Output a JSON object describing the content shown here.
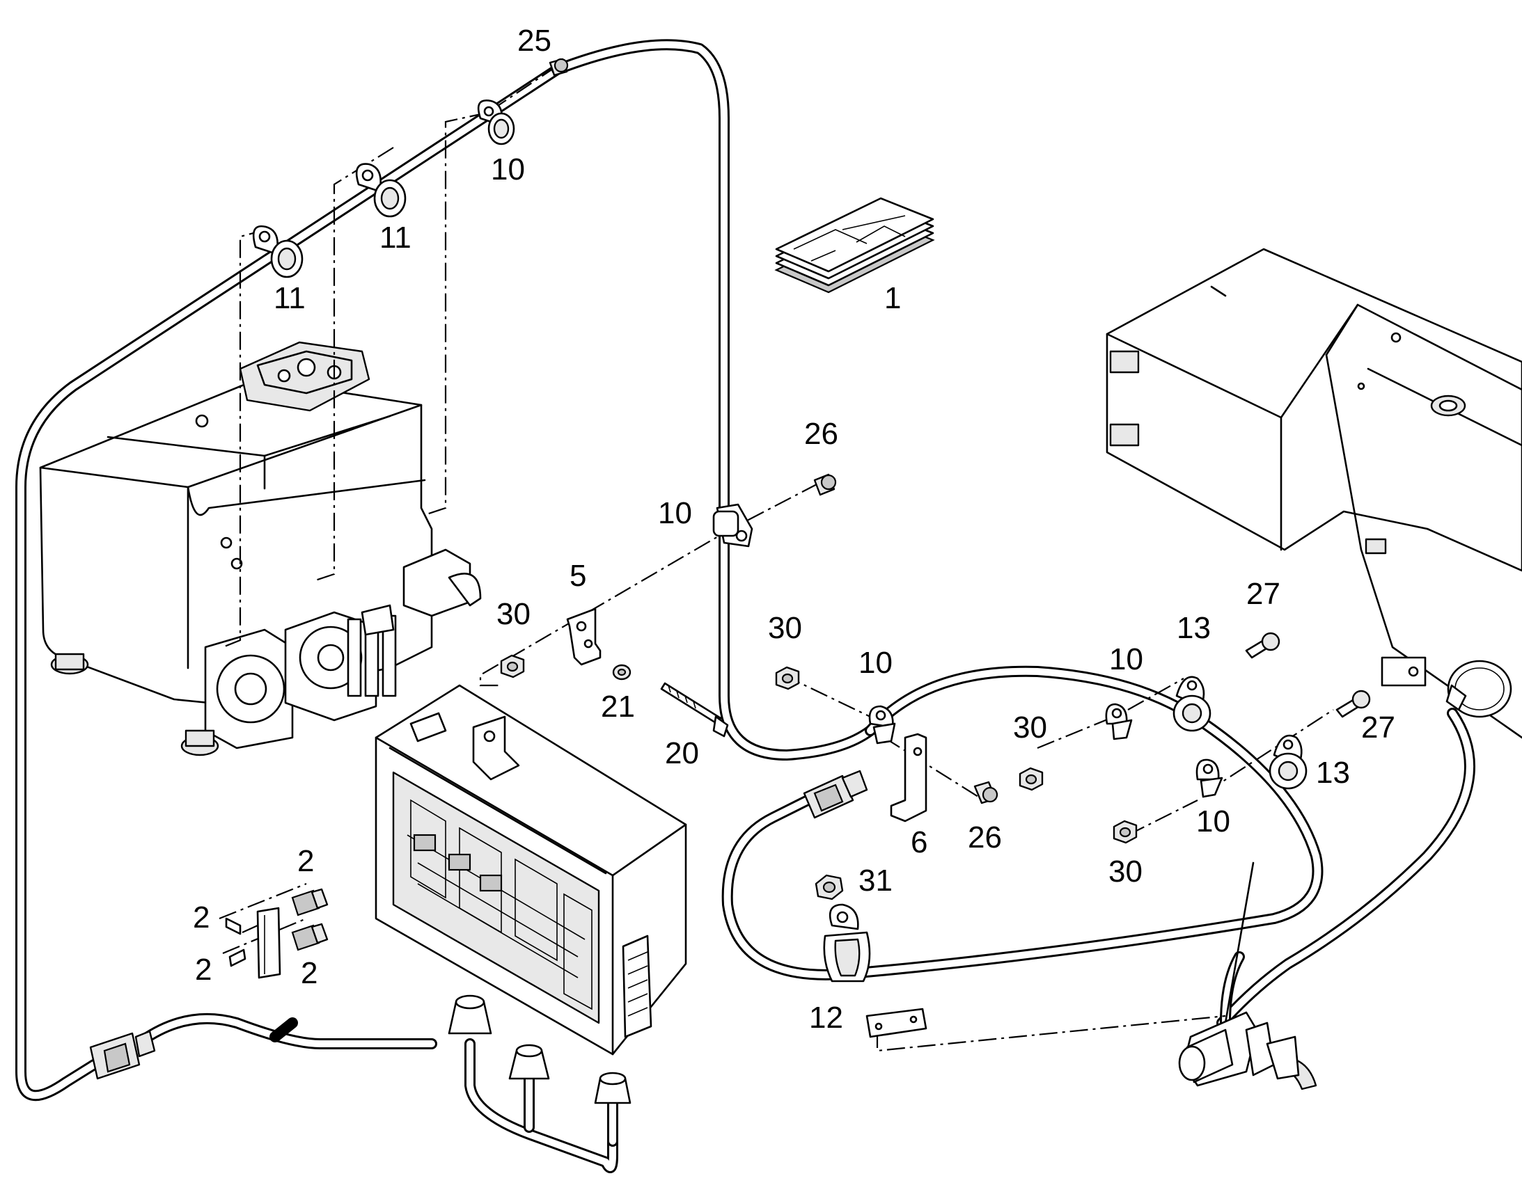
{
  "diagram": {
    "labels": [
      {
        "id": "p25",
        "text": "25"
      },
      {
        "id": "p10a",
        "text": "10"
      },
      {
        "id": "p11a",
        "text": "11"
      },
      {
        "id": "p11b",
        "text": "11"
      },
      {
        "id": "p1",
        "text": "1"
      },
      {
        "id": "p26a",
        "text": "26"
      },
      {
        "id": "p10b",
        "text": "10"
      },
      {
        "id": "p5",
        "text": "5"
      },
      {
        "id": "p30a",
        "text": "30"
      },
      {
        "id": "p21",
        "text": "21"
      },
      {
        "id": "p20",
        "text": "20"
      },
      {
        "id": "p30b",
        "text": "30"
      },
      {
        "id": "p10c",
        "text": "10"
      },
      {
        "id": "p10d",
        "text": "10"
      },
      {
        "id": "p13a",
        "text": "13"
      },
      {
        "id": "p27a",
        "text": "27"
      },
      {
        "id": "p30c",
        "text": "30"
      },
      {
        "id": "p27b",
        "text": "27"
      },
      {
        "id": "p13b",
        "text": "13"
      },
      {
        "id": "p10e",
        "text": "10"
      },
      {
        "id": "p6",
        "text": "6"
      },
      {
        "id": "p26b",
        "text": "26"
      },
      {
        "id": "p30d",
        "text": "30"
      },
      {
        "id": "p31",
        "text": "31"
      },
      {
        "id": "p2a",
        "text": "2"
      },
      {
        "id": "p2b",
        "text": "2"
      },
      {
        "id": "p2c",
        "text": "2"
      },
      {
        "id": "p2d",
        "text": "2"
      },
      {
        "id": "p12",
        "text": "12"
      }
    ]
  }
}
